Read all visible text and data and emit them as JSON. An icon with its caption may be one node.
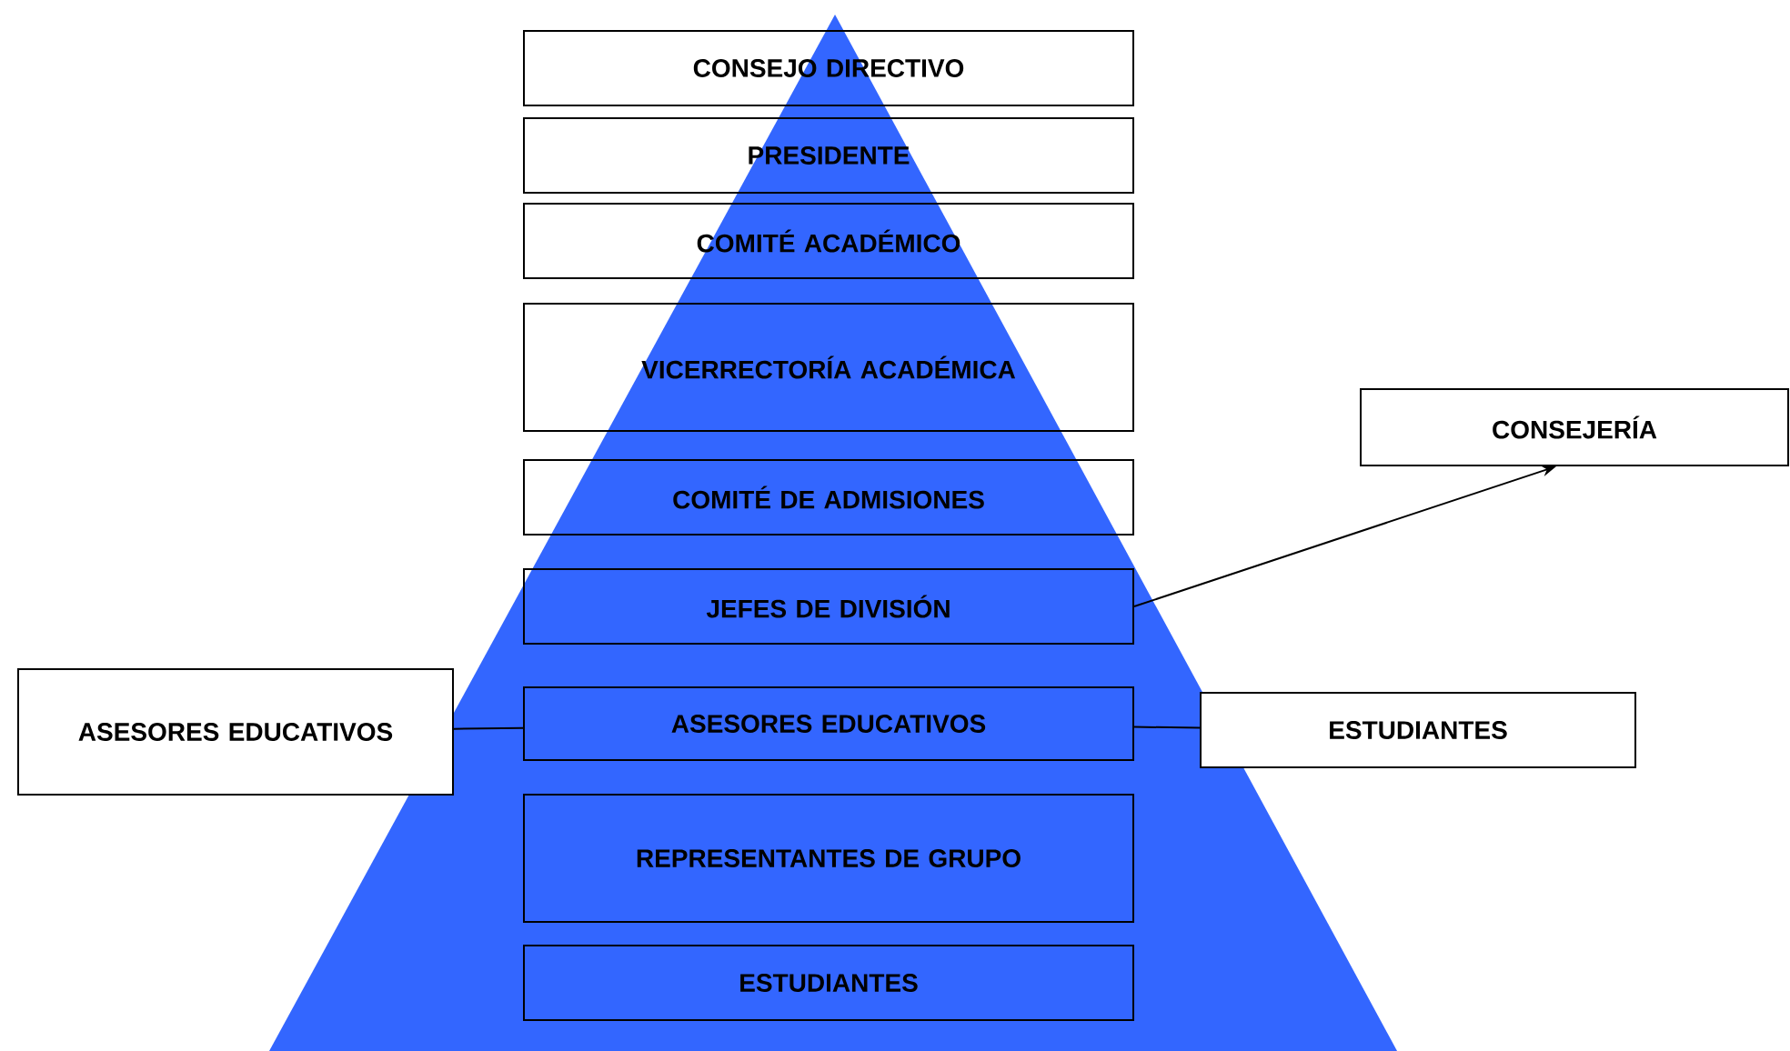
{
  "diagram": {
    "nodes": [
      {
        "text": [
          "CONSEJO DIRECTIVO"
        ]
      },
      {
        "text": [
          "PRESIDENTE"
        ]
      },
      {
        "text": [
          "COMITÉ ACADÉMICO"
        ]
      },
      {
        "text": [
          "VICERRECTORÍA ACADÉMICA"
        ]
      },
      {
        "text": [
          "COMITÉ DE ADMISIONES"
        ]
      },
      {
        "text": [
          "CONSEJERÍA"
        ]
      },
      {
        "text": [
          "JEFES DE DIVISIÓN"
        ]
      },
      {
        "text": [
          "ASESORES EDUCATIVOS"
        ]
      },
      {
        "text": [
          "ASESORES EDUCATIVOS"
        ]
      },
      {
        "text": [
          "ESTUDIANTES"
        ]
      },
      {
        "text": [
          "REPRESENTANTES DE GRUPO"
        ]
      },
      {
        "text": [
          "ESTUDIANTES"
        ]
      }
    ],
    "edges": [
      {
        "from": 6,
        "to": 5,
        "arrow": "to"
      },
      {
        "from": 7,
        "to": 8,
        "arrow": "none"
      },
      {
        "from": 8,
        "to": 9,
        "arrow": "none"
      }
    ]
  }
}
